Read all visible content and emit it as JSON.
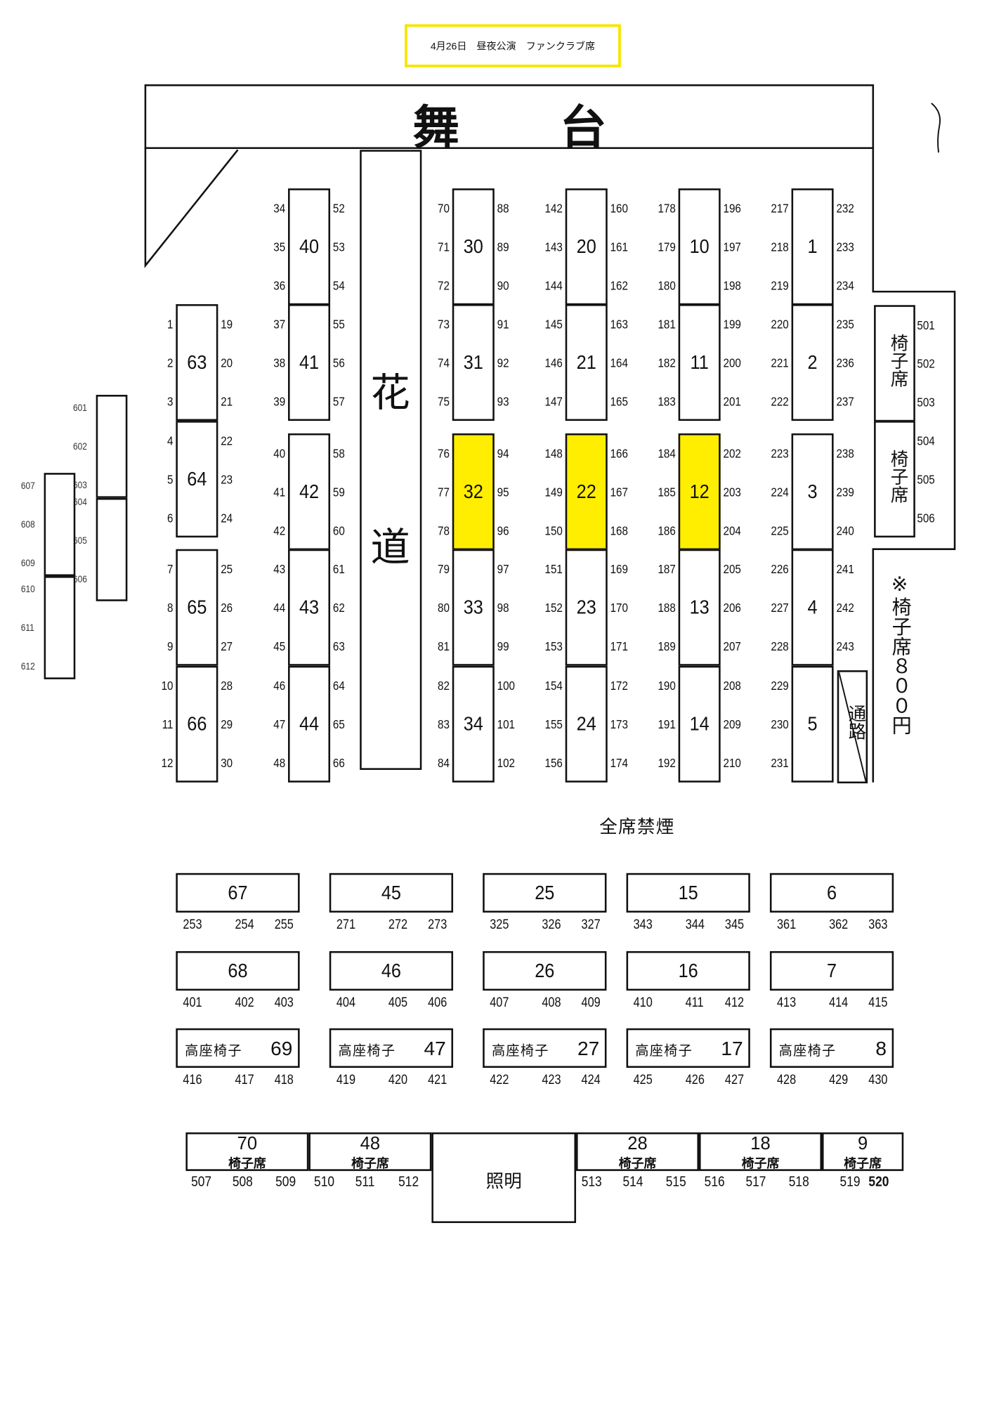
{
  "title": "4月26日　昼夜公演　ファンクラブ席",
  "stage": {
    "char1": "舞",
    "char2": "台"
  },
  "hanamichi": {
    "char1": "花",
    "char2": "道"
  },
  "highlight_color": "#ffee00",
  "seat_columns": [
    {
      "id": "A",
      "blocks": [
        {
          "label": "63",
          "highlighted": false,
          "left": [
            "1",
            "2",
            "3"
          ],
          "right": [
            "19",
            "20",
            "21"
          ]
        },
        {
          "label": "64",
          "highlighted": false,
          "left": [
            "4",
            "5",
            "6"
          ],
          "right": [
            "22",
            "23",
            "24"
          ]
        },
        {
          "label": "65",
          "highlighted": false,
          "left": [
            "7",
            "8",
            "9"
          ],
          "right": [
            "25",
            "26",
            "27"
          ]
        },
        {
          "label": "66",
          "highlighted": false,
          "left": [
            "10",
            "11",
            "12"
          ],
          "right": [
            "28",
            "29",
            "30"
          ]
        }
      ]
    },
    {
      "id": "B",
      "blocks": [
        {
          "label": "40",
          "highlighted": false,
          "left": [
            "34",
            "35",
            "36"
          ],
          "right": [
            "52",
            "53",
            "54"
          ]
        },
        {
          "label": "41",
          "highlighted": false,
          "left": [
            "37",
            "38",
            "39"
          ],
          "right": [
            "55",
            "56",
            "57"
          ]
        },
        {
          "label": "42",
          "highlighted": false,
          "left": [
            "40",
            "41",
            "42"
          ],
          "right": [
            "58",
            "59",
            "60"
          ]
        },
        {
          "label": "43",
          "highlighted": false,
          "left": [
            "43",
            "44",
            "45"
          ],
          "right": [
            "61",
            "62",
            "63"
          ]
        },
        {
          "label": "44",
          "highlighted": false,
          "left": [
            "46",
            "47",
            "48"
          ],
          "right": [
            "64",
            "65",
            "66"
          ]
        }
      ]
    },
    {
      "id": "C",
      "blocks": [
        {
          "label": "30",
          "highlighted": false,
          "left": [
            "70",
            "71",
            "72"
          ],
          "right": [
            "88",
            "89",
            "90"
          ]
        },
        {
          "label": "31",
          "highlighted": false,
          "left": [
            "73",
            "74",
            "75"
          ],
          "right": [
            "91",
            "92",
            "93"
          ]
        },
        {
          "label": "32",
          "highlighted": true,
          "left": [
            "76",
            "77",
            "78"
          ],
          "right": [
            "94",
            "95",
            "96"
          ]
        },
        {
          "label": "33",
          "highlighted": false,
          "left": [
            "79",
            "80",
            "81"
          ],
          "right": [
            "97",
            "98",
            "99"
          ]
        },
        {
          "label": "34",
          "highlighted": false,
          "left": [
            "82",
            "83",
            "84"
          ],
          "right": [
            "100",
            "101",
            "102"
          ]
        }
      ]
    },
    {
      "id": "D",
      "blocks": [
        {
          "label": "20",
          "highlighted": false,
          "left": [
            "142",
            "143",
            "144"
          ],
          "right": [
            "160",
            "161",
            "162"
          ]
        },
        {
          "label": "21",
          "highlighted": false,
          "left": [
            "145",
            "146",
            "147"
          ],
          "right": [
            "163",
            "164",
            "165"
          ]
        },
        {
          "label": "22",
          "highlighted": true,
          "left": [
            "148",
            "149",
            "150"
          ],
          "right": [
            "166",
            "167",
            "168"
          ]
        },
        {
          "label": "23",
          "highlighted": false,
          "left": [
            "151",
            "152",
            "153"
          ],
          "right": [
            "169",
            "170",
            "171"
          ]
        },
        {
          "label": "24",
          "highlighted": false,
          "left": [
            "154",
            "155",
            "156"
          ],
          "right": [
            "172",
            "173",
            "174"
          ]
        }
      ]
    },
    {
      "id": "E",
      "blocks": [
        {
          "label": "10",
          "highlighted": false,
          "left": [
            "178",
            "179",
            "180"
          ],
          "right": [
            "196",
            "197",
            "198"
          ]
        },
        {
          "label": "11",
          "highlighted": false,
          "left": [
            "181",
            "182",
            "183"
          ],
          "right": [
            "199",
            "200",
            "201"
          ]
        },
        {
          "label": "12",
          "highlighted": true,
          "left": [
            "184",
            "185",
            "186"
          ],
          "right": [
            "202",
            "203",
            "204"
          ]
        },
        {
          "label": "13",
          "highlighted": false,
          "left": [
            "187",
            "188",
            "189"
          ],
          "right": [
            "205",
            "206",
            "207"
          ]
        },
        {
          "label": "14",
          "highlighted": false,
          "left": [
            "190",
            "191",
            "192"
          ],
          "right": [
            "208",
            "209",
            "210"
          ]
        }
      ]
    },
    {
      "id": "F",
      "blocks": [
        {
          "label": "1",
          "highlighted": false,
          "left": [
            "217",
            "218",
            "219"
          ],
          "right": [
            "232",
            "233",
            "234"
          ]
        },
        {
          "label": "2",
          "highlighted": false,
          "left": [
            "220",
            "221",
            "222"
          ],
          "right": [
            "235",
            "236",
            "237"
          ]
        },
        {
          "label": "3",
          "highlighted": false,
          "left": [
            "223",
            "224",
            "225"
          ],
          "right": [
            "238",
            "239",
            "240"
          ]
        },
        {
          "label": "4",
          "highlighted": false,
          "left": [
            "226",
            "227",
            "228"
          ],
          "right": [
            "241",
            "242",
            "243"
          ]
        },
        {
          "label": "5",
          "highlighted": false,
          "left": [
            "229",
            "230",
            "231"
          ],
          "right": []
        }
      ]
    }
  ],
  "chair_blocks": [
    {
      "label": "椅子席",
      "seats": [
        "501",
        "502",
        "503"
      ]
    },
    {
      "label": "椅子席",
      "seats": [
        "504",
        "505",
        "506"
      ]
    }
  ],
  "chair_note": "※椅子席８００円",
  "aisle": "通路",
  "side_blocks": [
    {
      "seats": [
        "601",
        "602",
        "603"
      ]
    },
    {
      "seats": [
        "604",
        "605",
        "606"
      ]
    },
    {
      "seats": [
        "607",
        "608",
        "609"
      ]
    },
    {
      "seats": [
        "610",
        "611",
        "612"
      ]
    }
  ],
  "no_smoking": "全席禁煙",
  "rear_rows": [
    [
      {
        "label": "67",
        "prefix": "",
        "seats": [
          "253",
          "254",
          "255"
        ]
      },
      {
        "label": "45",
        "prefix": "",
        "seats": [
          "271",
          "272",
          "273"
        ]
      },
      {
        "label": "25",
        "prefix": "",
        "seats": [
          "325",
          "326",
          "327"
        ]
      },
      {
        "label": "15",
        "prefix": "",
        "seats": [
          "343",
          "344",
          "345"
        ]
      },
      {
        "label": "6",
        "prefix": "",
        "seats": [
          "361",
          "362",
          "363"
        ]
      }
    ],
    [
      {
        "label": "68",
        "prefix": "",
        "seats": [
          "401",
          "402",
          "403"
        ]
      },
      {
        "label": "46",
        "prefix": "",
        "seats": [
          "404",
          "405",
          "406"
        ]
      },
      {
        "label": "26",
        "prefix": "",
        "seats": [
          "407",
          "408",
          "409"
        ]
      },
      {
        "label": "16",
        "prefix": "",
        "seats": [
          "410",
          "411",
          "412"
        ]
      },
      {
        "label": "7",
        "prefix": "",
        "seats": [
          "413",
          "414",
          "415"
        ]
      }
    ],
    [
      {
        "label": "69",
        "prefix": "高座椅子",
        "seats": [
          "416",
          "417",
          "418"
        ]
      },
      {
        "label": "47",
        "prefix": "高座椅子",
        "seats": [
          "419",
          "420",
          "421"
        ]
      },
      {
        "label": "27",
        "prefix": "高座椅子",
        "seats": [
          "422",
          "423",
          "424"
        ]
      },
      {
        "label": "17",
        "prefix": "高座椅子",
        "seats": [
          "425",
          "426",
          "427"
        ]
      },
      {
        "label": "8",
        "prefix": "高座椅子",
        "seats": [
          "428",
          "429",
          "430"
        ]
      }
    ]
  ],
  "back_row": [
    {
      "label": "70",
      "sub": "椅子席",
      "seats": [
        "507",
        "508",
        "509"
      ]
    },
    {
      "label": "48",
      "sub": "椅子席",
      "seats": [
        "510",
        "511",
        "512"
      ]
    },
    {
      "label": "28",
      "sub": "椅子席",
      "seats": [
        "513",
        "514",
        "515"
      ]
    },
    {
      "label": "18",
      "sub": "椅子席",
      "seats": [
        "516",
        "517",
        "518"
      ]
    },
    {
      "label": "9",
      "sub": "椅子席",
      "seats": [
        "519",
        "520"
      ]
    }
  ],
  "lighting": "照明"
}
